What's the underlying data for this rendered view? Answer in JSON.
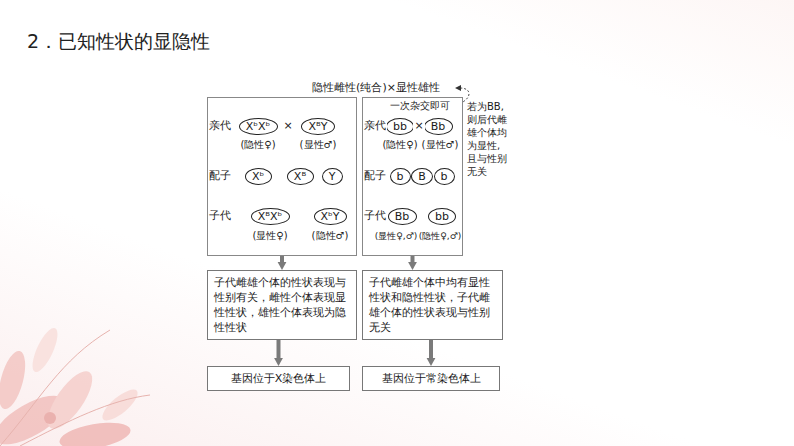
{
  "diagram": {
    "title": "2．已知性状的显隐性",
    "nodes": [
      {
        "text": []
      },
      {
        "text": [
          "XᵇXᵇ"
        ],
        "in": 0
      },
      {
        "text": [
          "XᴮY"
        ],
        "in": 0
      },
      {
        "text": [
          "Xᵇ"
        ],
        "in": 0
      },
      {
        "text": [
          "Xᴮ"
        ],
        "in": 0
      },
      {
        "text": [
          "Y"
        ],
        "in": 0
      },
      {
        "text": [
          "XᴮXᵇ"
        ],
        "in": 0
      },
      {
        "text": [
          "XᵇY"
        ],
        "in": 0
      },
      {
        "text": []
      },
      {
        "text": [
          "bb"
        ],
        "in": 8
      },
      {
        "text": [
          "Bb"
        ],
        "in": 8
      },
      {
        "text": [
          "b"
        ],
        "in": 8
      },
      {
        "text": [
          "B"
        ],
        "in": 8
      },
      {
        "text": [
          "b"
        ],
        "in": 8
      },
      {
        "text": [
          "Bb"
        ],
        "in": 8
      },
      {
        "text": [
          "bb"
        ],
        "in": 8
      },
      {
        "text": [
          "子代雌雄个体的性状表现与性别有关，雌性个体表现显性性状，雄性个体表现为隐性性状"
        ]
      },
      {
        "text": [
          "子代雌雄个体中均有显性性状和隐性性状，子代雌雄个体的性状表现与性别无关"
        ]
      },
      {
        "text": [
          "基因位于X染色体上"
        ]
      },
      {
        "text": [
          "基因位于常染色体上"
        ]
      }
    ],
    "edges": [
      {
        "from": 1,
        "to": 3,
        "arrow": "to"
      },
      {
        "from": 2,
        "to": 4,
        "arrow": "to"
      },
      {
        "from": 2,
        "to": 5,
        "arrow": "to"
      },
      {
        "from": 3,
        "to": 6,
        "arrow": "to"
      },
      {
        "from": 3,
        "to": 7,
        "arrow": "to"
      },
      {
        "from": 4,
        "to": 6,
        "arrow": "to"
      },
      {
        "from": 5,
        "to": 7,
        "arrow": "to"
      },
      {
        "from": 9,
        "to": 11,
        "arrow": "to"
      },
      {
        "from": 10,
        "to": 12,
        "arrow": "to"
      },
      {
        "from": 10,
        "to": 13,
        "arrow": "to"
      },
      {
        "from": 11,
        "to": 14,
        "arrow": "to"
      },
      {
        "from": 11,
        "to": 15,
        "arrow": "to"
      },
      {
        "from": 12,
        "to": 14,
        "arrow": "to"
      },
      {
        "from": 13,
        "to": 15,
        "arrow": "to"
      },
      {
        "from": 0,
        "to": 16,
        "arrow": "to"
      },
      {
        "from": 8,
        "to": 17,
        "arrow": "to"
      },
      {
        "from": 16,
        "to": 18,
        "arrow": "to"
      },
      {
        "from": 17,
        "to": 19,
        "arrow": "to"
      }
    ],
    "labels": [
      "隐性雌性(纯合)×显性雄性",
      "亲代",
      "(隐性♀)",
      "×",
      "(显性♂)",
      "配子",
      "子代",
      "(显性♀)",
      "(隐性♂)",
      "一次杂交即可",
      "亲代",
      "(隐性♀)",
      "×",
      "(显性♂)",
      "配子",
      "子代",
      "(显性♀,♂)",
      "(隐性♀,♂)",
      "若为BB,则后代雌雄个体均为显性,且与性别无关"
    ]
  }
}
